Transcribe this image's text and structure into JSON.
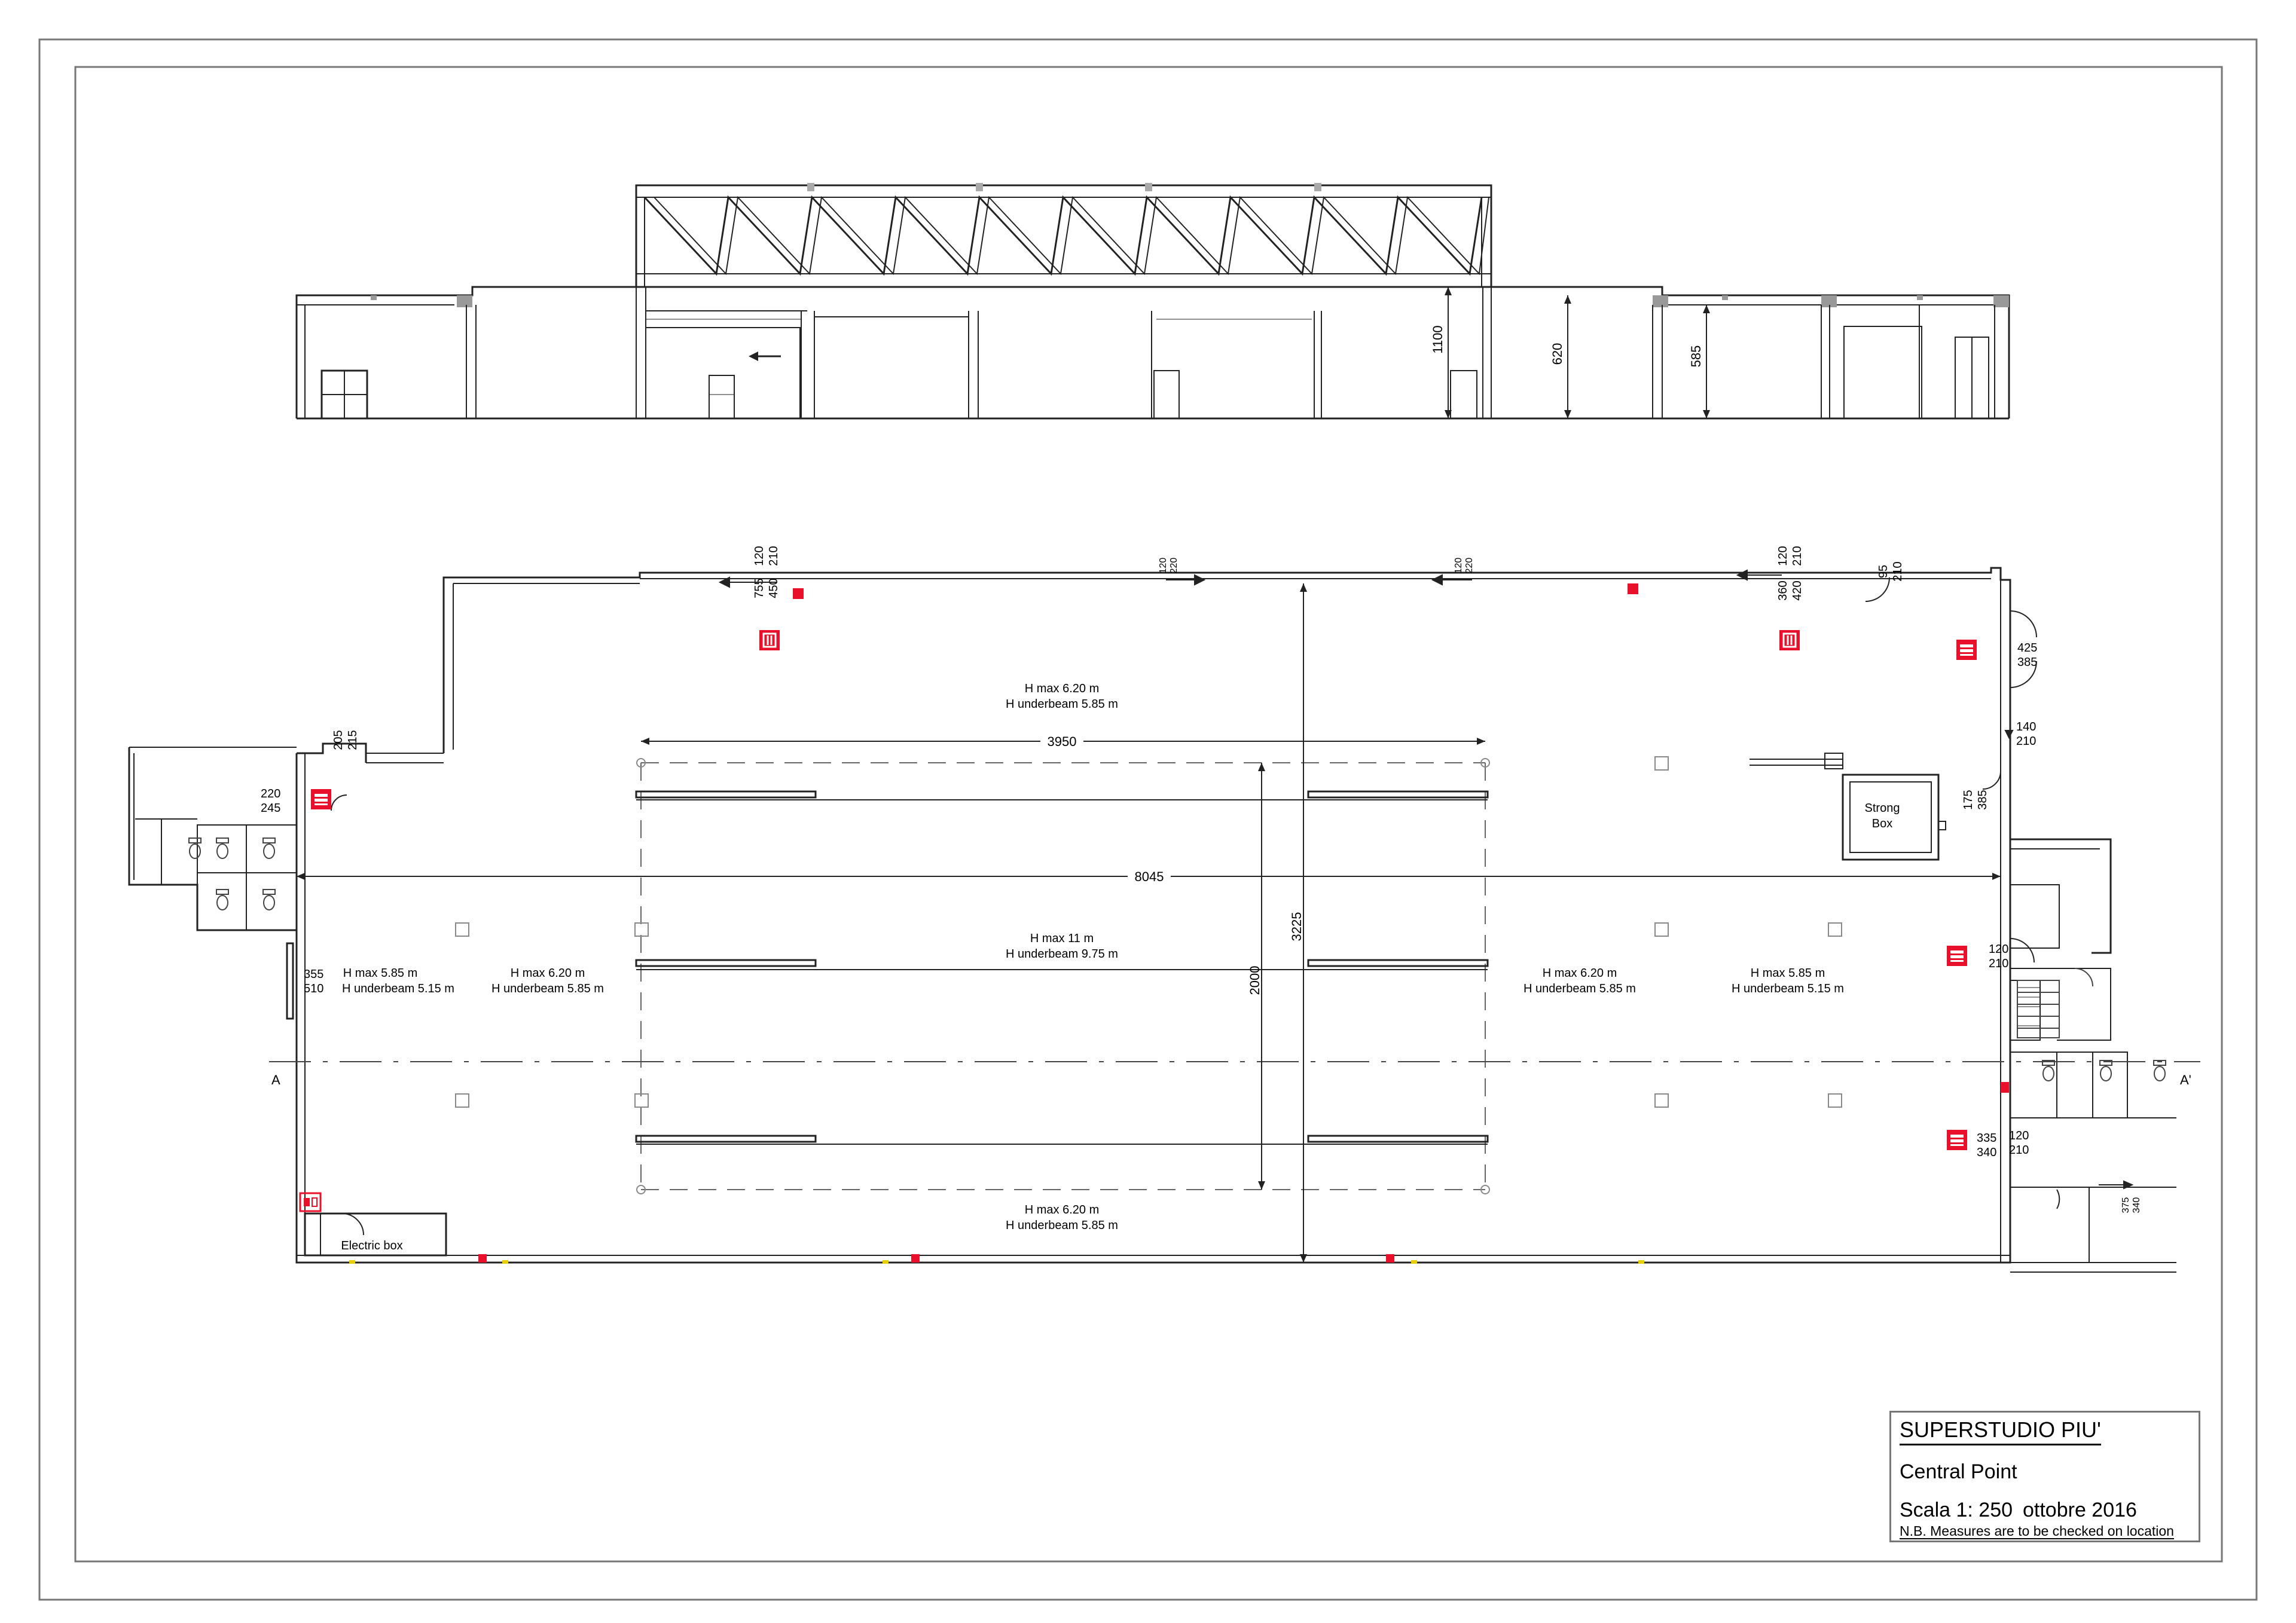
{
  "title_block": {
    "firm": "SUPERSTUDIO PIU'",
    "project": "Central Point",
    "scale": "Scala 1: 250",
    "date": "ottobre 2016",
    "note": "N.B. Measures are to be checked on location"
  },
  "section": {
    "heights": [
      "1100",
      "620",
      "585"
    ]
  },
  "plan": {
    "rooms": {
      "strong_box": [
        "Strong",
        "Box"
      ],
      "electric_box": "Electric box"
    },
    "zones": [
      {
        "hmax": "H max 6.20 m",
        "hub": "H underbeam 5.85 m"
      },
      {
        "hmax": "H max 11 m",
        "hub": "H underbeam 9.75 m"
      },
      {
        "hmax": "H max 6.20 m",
        "hub": "H underbeam 5.85 m"
      },
      {
        "hmax": "H max 5.85 m",
        "hub": "H underbeam 5.15 m"
      },
      {
        "hmax": "H max 6.20 m",
        "hub": "H underbeam 5.85 m"
      },
      {
        "hmax": "H max 6.20 m",
        "hub": "H underbeam 5.85 m"
      },
      {
        "hmax": "H max 5.85 m",
        "hub": "H underbeam 5.15 m"
      }
    ],
    "dims": {
      "d3950": "3950",
      "d8045": "8045",
      "d3225": "3225",
      "d2000": "2000"
    },
    "doors": {
      "d1": [
        "120",
        "210"
      ],
      "d1b": [
        "755",
        "450"
      ],
      "d2": [
        "120",
        "220"
      ],
      "d3": [
        "120",
        "220"
      ],
      "d4": [
        "120",
        "210"
      ],
      "d4b": [
        "360",
        "420"
      ],
      "d5": [
        "95",
        "210"
      ],
      "d6": [
        "425",
        "385"
      ],
      "d7": [
        "140",
        "210"
      ],
      "d8": [
        "175",
        "385"
      ],
      "d9": [
        "120",
        "210"
      ],
      "d10": [
        "335",
        "340"
      ],
      "d11": [
        "120",
        "210"
      ],
      "d12": [
        "375",
        "340"
      ],
      "d13": [
        "205",
        "215"
      ],
      "d14": [
        "220",
        "245"
      ],
      "d15": [
        "355",
        "510"
      ]
    },
    "section_marks": [
      "A",
      "A'"
    ]
  },
  "colors": {
    "line": "#222222",
    "thin": "#555555",
    "red": "#e8102a",
    "yellow": "#e8d000"
  }
}
